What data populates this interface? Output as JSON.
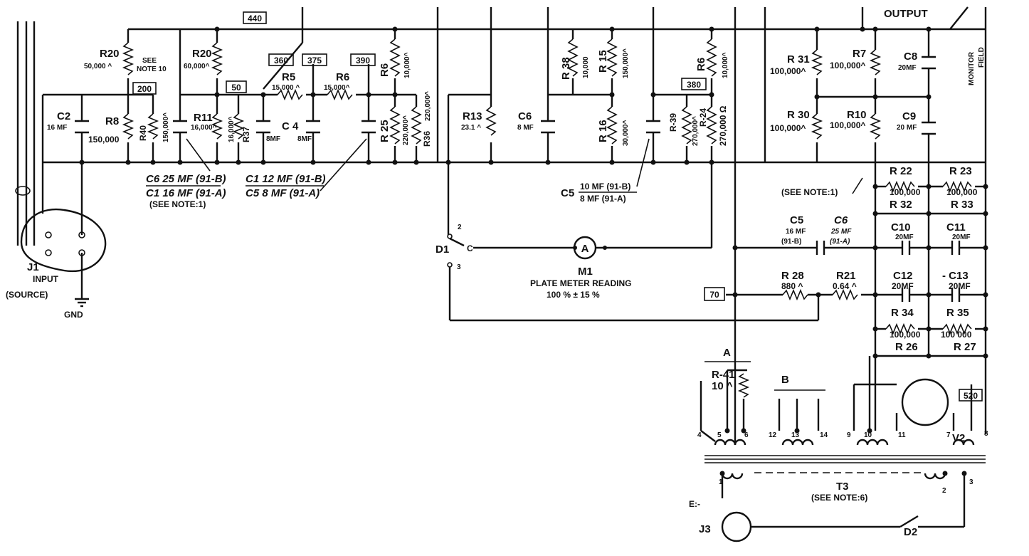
{
  "nodes": {
    "n440": "440",
    "n200": "200",
    "n50": "50",
    "n360": "360",
    "n375": "375",
    "n390": "390",
    "n380": "380",
    "n70": "70",
    "n520": "520"
  },
  "resistors": {
    "r20a": {
      "name": "R20",
      "value": "50,000 ^"
    },
    "r20b": {
      "name": "R20",
      "value": "60,000^"
    },
    "r8": {
      "name": "R8",
      "value": "150,000"
    },
    "r40": {
      "name": "R40",
      "value": "150,000^"
    },
    "r11": {
      "name": "R11",
      "value": "16,000^"
    },
    "r37": {
      "name": "R37",
      "value": "16,000^"
    },
    "r5": {
      "name": "R5",
      "value": "15,000 ^"
    },
    "r6a": {
      "name": "R6",
      "value": "15,000^"
    },
    "r6b": {
      "name": "R6",
      "value": "10,000^"
    },
    "r25": {
      "name": "R 25",
      "value": "220,000^"
    },
    "r36": {
      "name": "R36",
      "value": "220,000^"
    },
    "r13": {
      "name": "R13",
      "value": "23.1 ^"
    },
    "r38": {
      "name": "R 38",
      "value": "10,000"
    },
    "r15": {
      "name": "R 15",
      "value": "150,000^"
    },
    "r16": {
      "name": "R 16",
      "value": "30,000^"
    },
    "r6c": {
      "name": "R6",
      "value": "10,000^"
    },
    "r39": {
      "name": "R-39",
      "value": "270,000^"
    },
    "r24": {
      "name": "R-24",
      "value": "270,000 Ω"
    },
    "r31": {
      "name": "R 31",
      "value": "100,000^"
    },
    "r7": {
      "name": "R7",
      "value": "100,000^"
    },
    "r30": {
      "name": "R 30",
      "value": "100,000^"
    },
    "r10": {
      "name": "R10",
      "value": "100,000^"
    },
    "r22": {
      "name": "R 22",
      "value": "100,000"
    },
    "r32": {
      "name": "R 32",
      "value": ""
    },
    "r23": {
      "name": "R 23",
      "value": "100,000"
    },
    "r33": {
      "name": "R 33",
      "value": ""
    },
    "r28": {
      "name": "R 28",
      "value": "880 ^"
    },
    "r21": {
      "name": "R21",
      "value": "0.64 ^"
    },
    "r34": {
      "name": "R 34",
      "value": "100,000"
    },
    "r26": {
      "name": "R 26",
      "value": ""
    },
    "r35": {
      "name": "R 35",
      "value": "100 000"
    },
    "r27": {
      "name": "R 27",
      "value": ""
    },
    "r41": {
      "name": "R-41",
      "value": "10 ^"
    }
  },
  "capacitors": {
    "c2": {
      "name": "C2",
      "value": "16 MF"
    },
    "c4": {
      "name": "C 4",
      "value_a": "8MF",
      "value_b": "8MF"
    },
    "c6": {
      "name": "C6",
      "value": "8 MF"
    },
    "c8": {
      "name": "C8",
      "value": "20MF"
    },
    "c9": {
      "name": "C9",
      "value": "20 MF"
    },
    "c5": {
      "name": "C5",
      "value": "16 MF",
      "sub": "(91-B)"
    },
    "c6b": {
      "name": "C6",
      "value": "25 MF",
      "sub": "(91-A)"
    },
    "c10": {
      "name": "C10",
      "value": "20MF"
    },
    "c11": {
      "name": "C11",
      "value": "20MF"
    },
    "c12": {
      "name": "C12",
      "value": "20MF"
    },
    "c13": {
      "name": "- C13",
      "value": "20MF"
    }
  },
  "callouts": {
    "left_top": "C6 25 MF (91-B)",
    "left_bot": "C1 16 MF (91-A)",
    "left_note": "(SEE NOTE:1)",
    "mid_top": "C1 12 MF (91-B)",
    "mid_bot": "C5 8 MF (91-A)",
    "c5_name": "C5",
    "c5_top": "10 MF (91-B)",
    "c5_bot": "8 MF (91-A)",
    "see_note_1": "(SEE NOTE:1)"
  },
  "labels": {
    "see_note_10_a": "SEE",
    "see_note_10_b": "NOTE 10",
    "output": "OUTPUT",
    "monitor": "MONITOR",
    "field": "FIELD",
    "input_j": "J1",
    "input": "INPUT",
    "source": "(SOURCE)",
    "gnd": "GND",
    "d1": "D1",
    "d1_2": "2",
    "d1_c": "C",
    "d1_3": "3",
    "meter_symbol": "A",
    "meter_name": "M1",
    "meter_caption": "PLATE METER READING",
    "meter_range": "100 % ± 15 %",
    "group_a": "A",
    "group_b": "B",
    "t3": "T3",
    "t3_note": "(SEE NOTE:6)",
    "v_tube": "V2",
    "j3": "J3",
    "j3_note": "E:-",
    "d2": "D2"
  },
  "pins": {
    "p4": "4",
    "p5": "5",
    "p6": "6",
    "p12": "12",
    "p13": "13",
    "p14": "14",
    "p9": "9",
    "p10": "10",
    "p11": "11",
    "p7": "7",
    "p8": "8",
    "s1": "1",
    "s2": "2",
    "s3": "3"
  }
}
